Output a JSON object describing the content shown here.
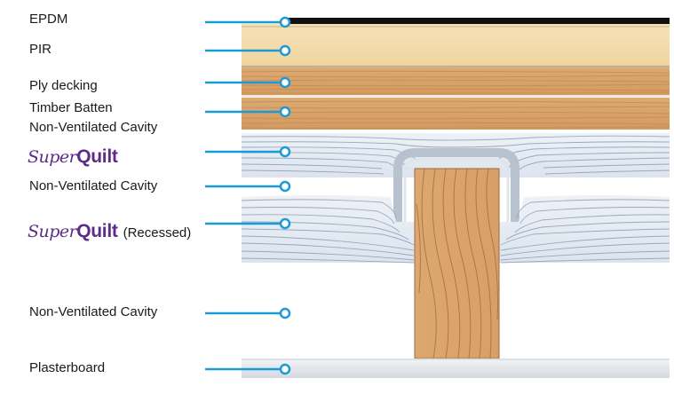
{
  "labels": {
    "epdm": "EPDM",
    "pir": "PIR",
    "ply": "Ply decking",
    "batten": "Timber Batten",
    "cavity_top": "Non-Ventilated Cavity",
    "cavity_mid": "Non-Ventilated Cavity",
    "cavity_bottom": "Non-Ventilated Cavity",
    "plasterboard": "Plasterboard"
  },
  "brand": {
    "super": "Super",
    "quilt": "Quilt",
    "recessed_suffix": "(Recessed)"
  },
  "colors": {
    "leader": "#1a9ad6",
    "brand": "#5b2d86",
    "pir": "#f3d9a8",
    "timber": "#d9a36a",
    "quilt": "#e6ecf3",
    "plasterboard": "#eceef1"
  }
}
